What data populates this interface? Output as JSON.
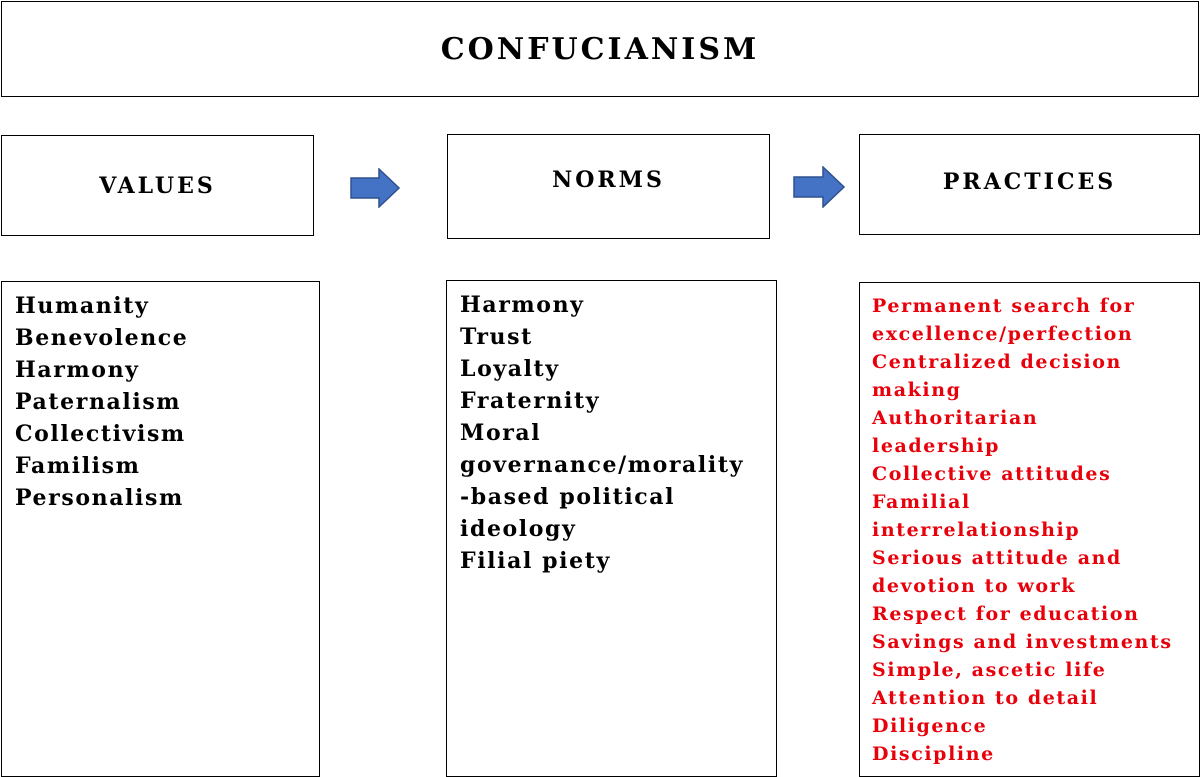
{
  "title": "CONFUCIANISM",
  "columns": {
    "values": {
      "heading": "VALUES",
      "items": [
        "Humanity",
        "Benevolence",
        "Harmony",
        "Paternalism",
        "Collectivism",
        "Familism",
        "Personalism"
      ]
    },
    "norms": {
      "heading": "NORMS",
      "items": [
        "Harmony",
        "Trust",
        "Loyalty",
        "Fraternity",
        "Moral",
        "governance/morality",
        "-based political",
        "ideology",
        "Filial piety"
      ]
    },
    "practices": {
      "heading": "PRACTICES",
      "items": [
        "Permanent search for",
        "excellence/perfection",
        "Centralized decision",
        "making",
        "Authoritarian",
        "leadership",
        "Collective attitudes",
        "Familial",
        "interrelationship",
        "Serious attitude and",
        "devotion to work",
        "Respect for education",
        "Savings and investments",
        "Simple, ascetic life",
        "Attention to detail",
        "Diligence",
        "Discipline"
      ]
    }
  },
  "colors": {
    "arrow_fill": "#4472c4",
    "arrow_stroke": "#2f528f",
    "practice_text": "#e8000b",
    "border": "#000000"
  },
  "icons": {
    "arrow": "right-arrow-icon"
  }
}
